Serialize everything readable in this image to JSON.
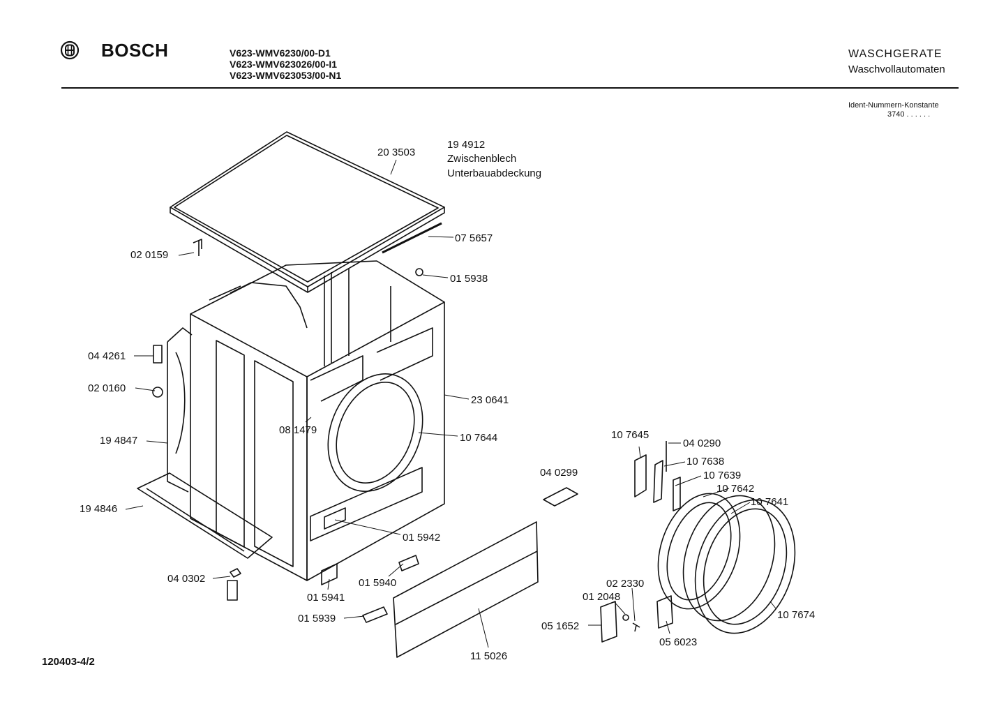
{
  "header": {
    "brand": "BOSCH",
    "logo_icon": "bosch-armature-icon",
    "models": [
      "V623-WMV6230/00-D1",
      "V623-WMV623026/00-I1",
      "V623-WMV623053/00-N1"
    ],
    "category": "WASCHGERATE",
    "subcategory": "Waschvollautomaten",
    "ident_label": "Ident-Nummern-Konstante",
    "ident_value": "3740  . .   . . . ."
  },
  "footer": {
    "drawing_number": "120403-4/2"
  },
  "notes": {
    "part": "19 4912",
    "line1": "Zwischenblech",
    "line2": "Unterbauabdeckung"
  },
  "parts": [
    "20 3503",
    "07 5657",
    "02 0159",
    "01 5938",
    "04 4261",
    "02 0160",
    "23 0641",
    "19 4847",
    "08 1479",
    "10 7644",
    "19 4846",
    "01 5942",
    "04 0302",
    "01 5940",
    "01 5941",
    "01 5939",
    "11 5026",
    "04 0299",
    "10 7645",
    "04 0290",
    "10 7638",
    "10 7639",
    "10 7642",
    "10 7641",
    "10 7674",
    "02 2330",
    "01 2048",
    "05 1652",
    "05 6023"
  ]
}
